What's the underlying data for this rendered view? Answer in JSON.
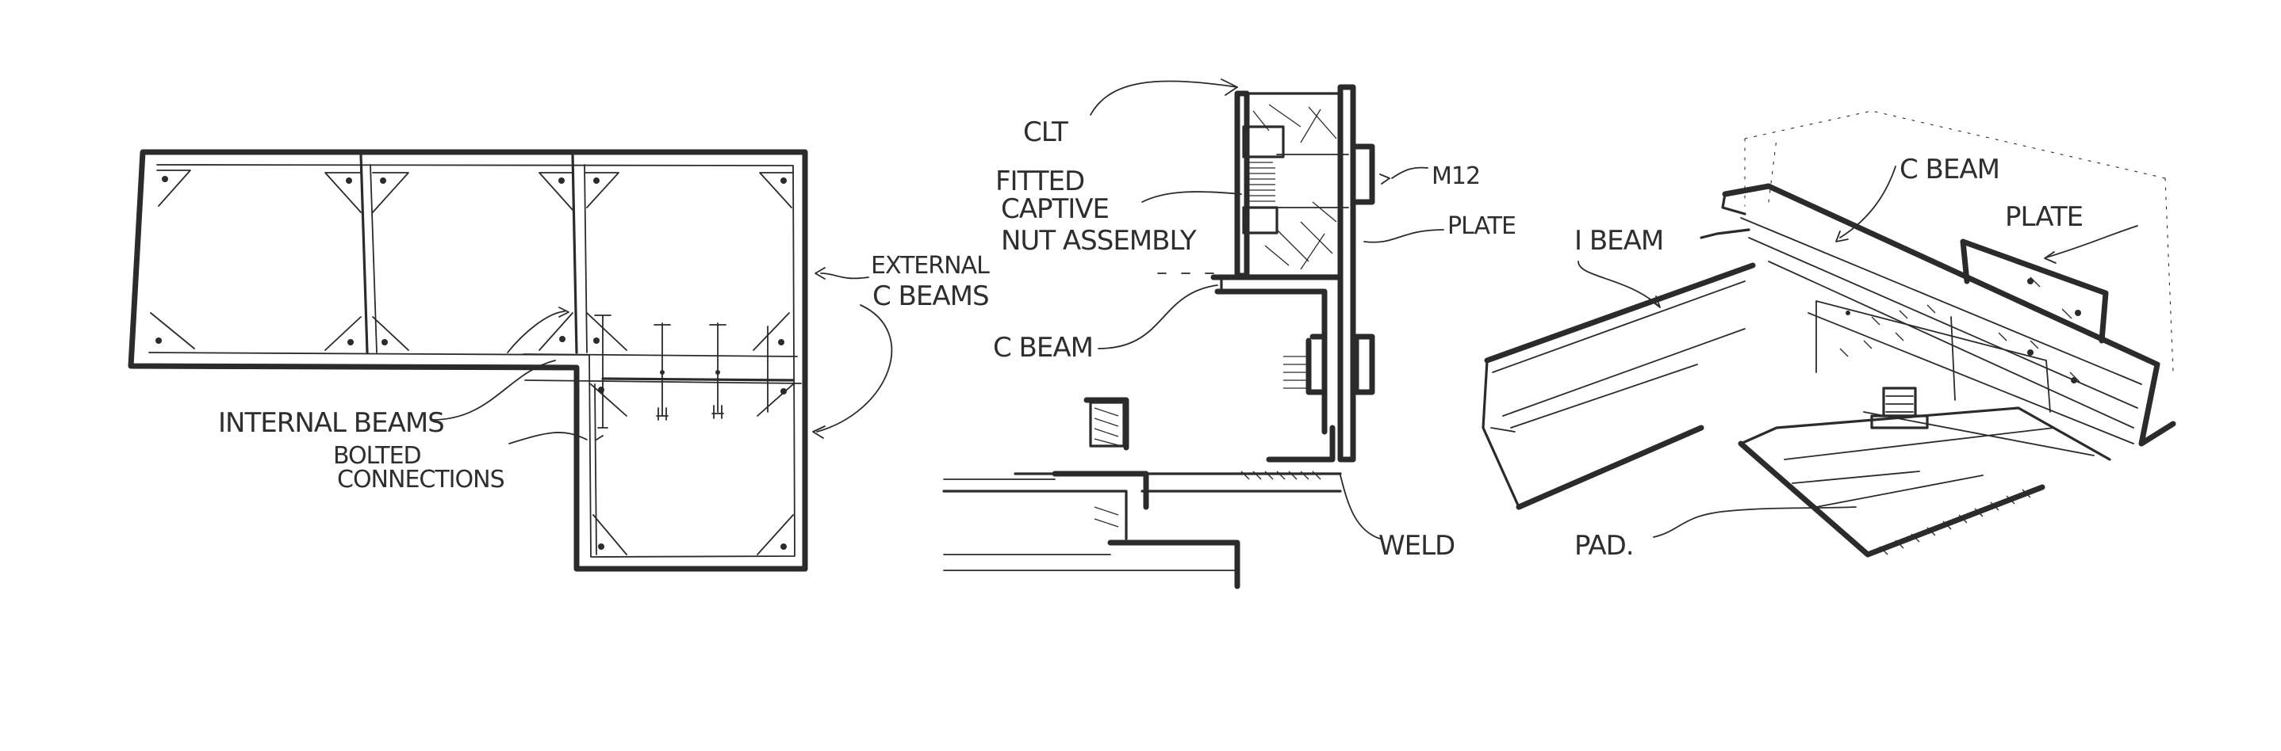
{
  "labels": {
    "plan": {
      "internal_beams": "INTERNAL BEAMS",
      "bolted": "BOLTED",
      "connections": "CONNECTIONS",
      "external_1": "EXTERNAL",
      "external_2": "C BEAMS"
    },
    "section": {
      "clt": "CLT",
      "fitted": "FITTED",
      "captive": "CAPTIVE",
      "nut_assembly": "NUT ASSEMBLY",
      "m12": "M12",
      "plate": "PLATE",
      "cbeam": "C BEAM",
      "weld": "WELD"
    },
    "iso": {
      "cbeam": "C BEAM",
      "plate": "PLATE",
      "ibeam": "I BEAM",
      "pad": "PAD."
    }
  },
  "colors": {
    "ink": "#2b2b2b",
    "paper": "#ffffff"
  }
}
